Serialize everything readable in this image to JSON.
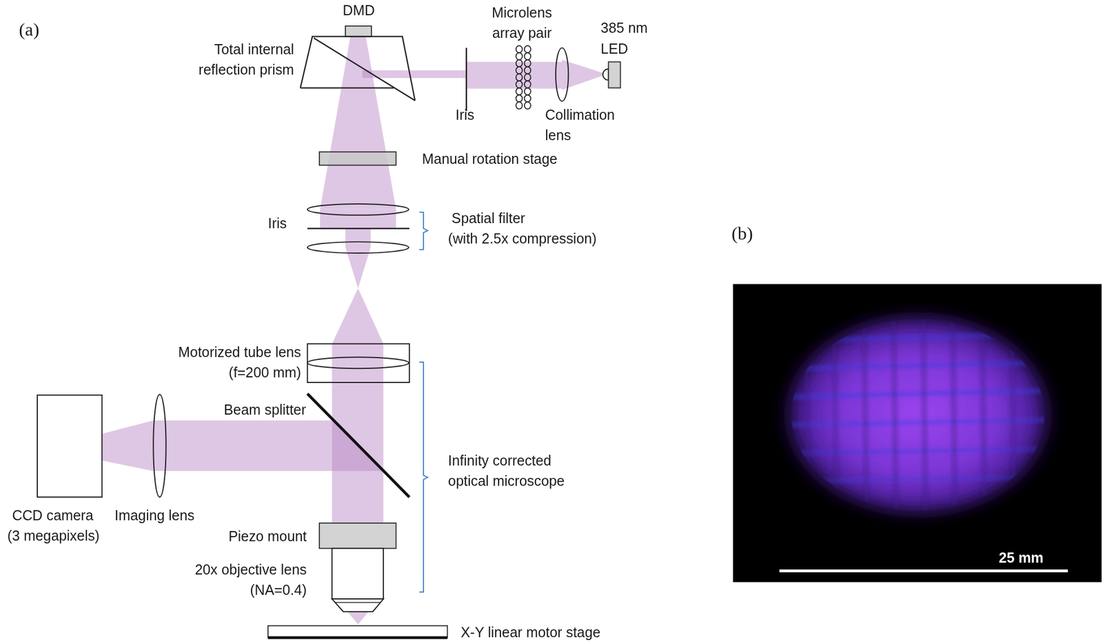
{
  "diagram": {
    "labels": [
      "(a)",
      "DMD",
      "Microlens array pair",
      "385 nm LED",
      "Total internal reflection prism",
      "Iris",
      "Collimation lens",
      "Manual rotation stage",
      "Spatial filter",
      "Iris",
      "(with 2.5x compression)",
      "Motorized tube lens",
      "(f=200 mm)",
      "Beam splitter",
      "Infinity corrected optical microscope",
      "CCD camera",
      "Imaging lens",
      "(3 megapixels)",
      "Piezo mount",
      "20x objective lens",
      "(NA=0.4)",
      "X-Y linear motor stage",
      "(b)",
      "25 mm"
    ]
  }
}
